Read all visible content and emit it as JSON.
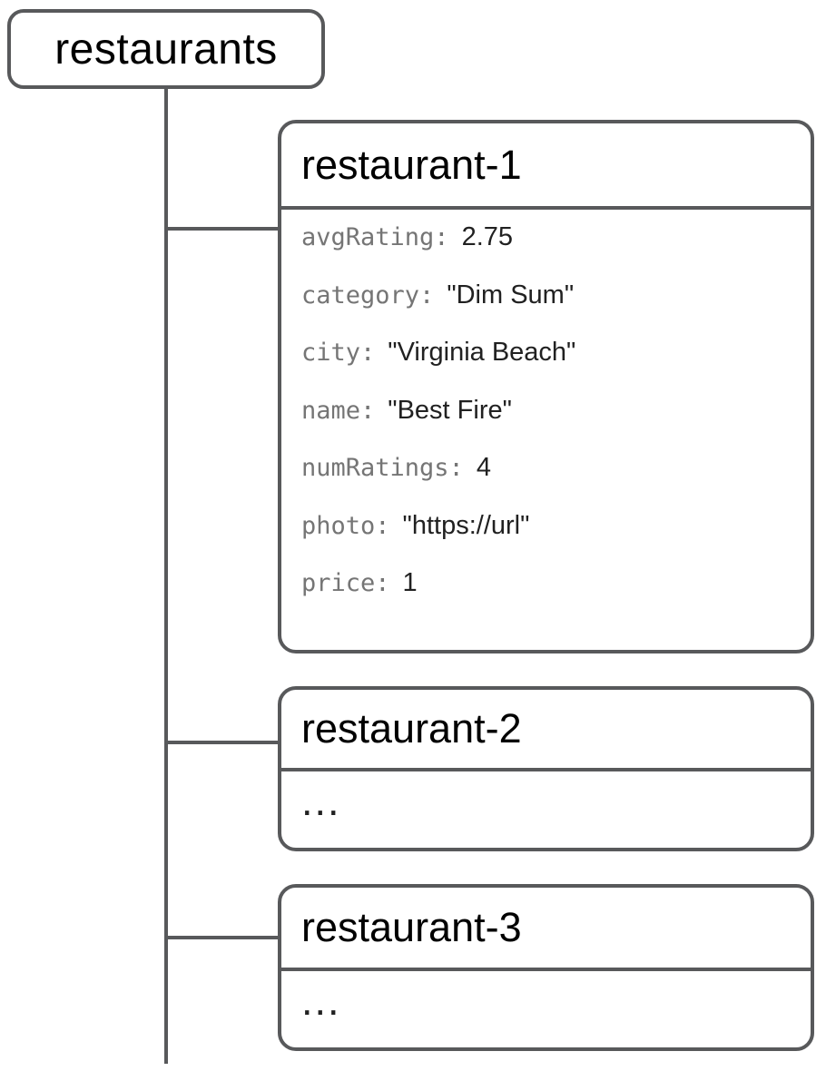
{
  "diagram": {
    "root": {
      "label": "restaurants"
    },
    "children": [
      {
        "title": "restaurant-1",
        "fields": [
          {
            "key": "avgRating:",
            "value": "2.75"
          },
          {
            "key": "category:",
            "value": "\"Dim Sum\""
          },
          {
            "key": "city:",
            "value": "\"Virginia Beach\""
          },
          {
            "key": "name:",
            "value": "\"Best Fire\""
          },
          {
            "key": "numRatings:",
            "value": "4"
          },
          {
            "key": "photo:",
            "value": "\"https://url\""
          },
          {
            "key": "price:",
            "value": "1"
          }
        ]
      },
      {
        "title": "restaurant-2",
        "body": "..."
      },
      {
        "title": "restaurant-3",
        "body": "..."
      }
    ],
    "colors": {
      "border": "#58595b",
      "key_text": "#757575",
      "value_text": "#212121",
      "title_text": "#000000",
      "background": "#ffffff"
    }
  }
}
